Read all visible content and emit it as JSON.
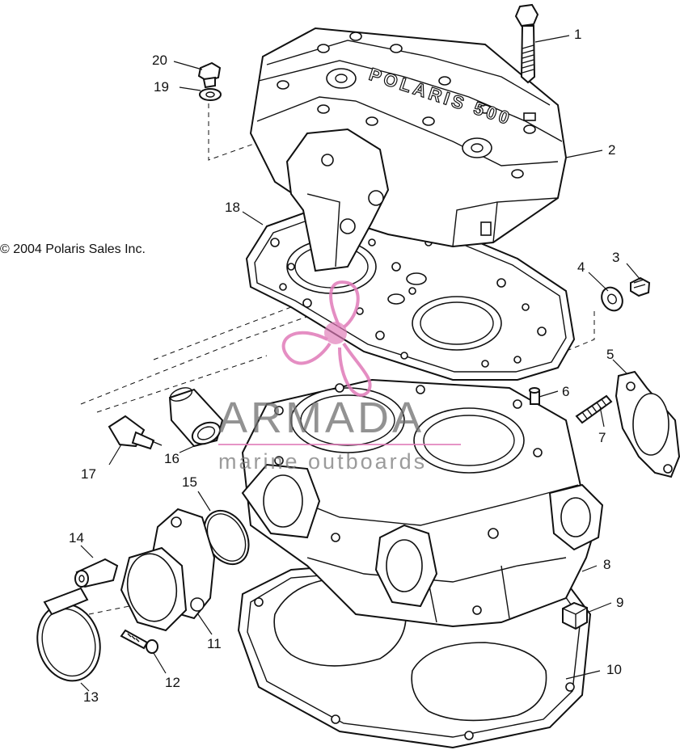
{
  "copyright": "© 2004 Polaris Sales Inc.",
  "cover_lettering": "POLARIS 500",
  "watermark": {
    "brand": "ARMADA",
    "tagline": "marine outboards",
    "accent_color": "#e07ab8",
    "logo_icon": "propeller-logo-icon"
  },
  "callouts": [
    {
      "id": "1",
      "label": "1"
    },
    {
      "id": "2",
      "label": "2"
    },
    {
      "id": "3",
      "label": "3"
    },
    {
      "id": "4",
      "label": "4"
    },
    {
      "id": "5",
      "label": "5"
    },
    {
      "id": "6",
      "label": "6"
    },
    {
      "id": "7",
      "label": "7"
    },
    {
      "id": "8",
      "label": "8"
    },
    {
      "id": "9",
      "label": "9"
    },
    {
      "id": "10",
      "label": "10"
    },
    {
      "id": "11",
      "label": "11"
    },
    {
      "id": "12",
      "label": "12"
    },
    {
      "id": "13",
      "label": "13"
    },
    {
      "id": "14",
      "label": "14"
    },
    {
      "id": "15",
      "label": "15"
    },
    {
      "id": "16",
      "label": "16"
    },
    {
      "id": "17",
      "label": "17"
    },
    {
      "id": "18",
      "label": "18"
    },
    {
      "id": "19",
      "label": "19"
    },
    {
      "id": "20",
      "label": "20"
    }
  ]
}
